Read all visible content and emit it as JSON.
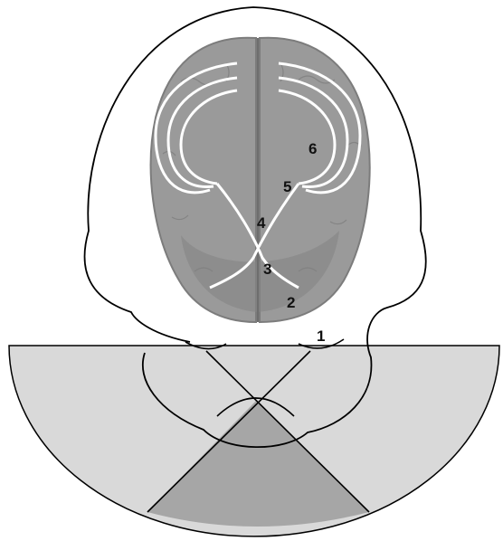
{
  "colors": {
    "background": "#ffffff",
    "outline": "#000000",
    "brain": "#9a9a9a",
    "brain_shade": "#868686",
    "fiber": "#ffffff",
    "field_light": "#d9d9d9",
    "field_overlap": "#a6a6a6"
  },
  "labels": {
    "l1": "1",
    "l2": "2",
    "l3": "3",
    "l4": "4",
    "l5": "5",
    "l6": "6"
  }
}
